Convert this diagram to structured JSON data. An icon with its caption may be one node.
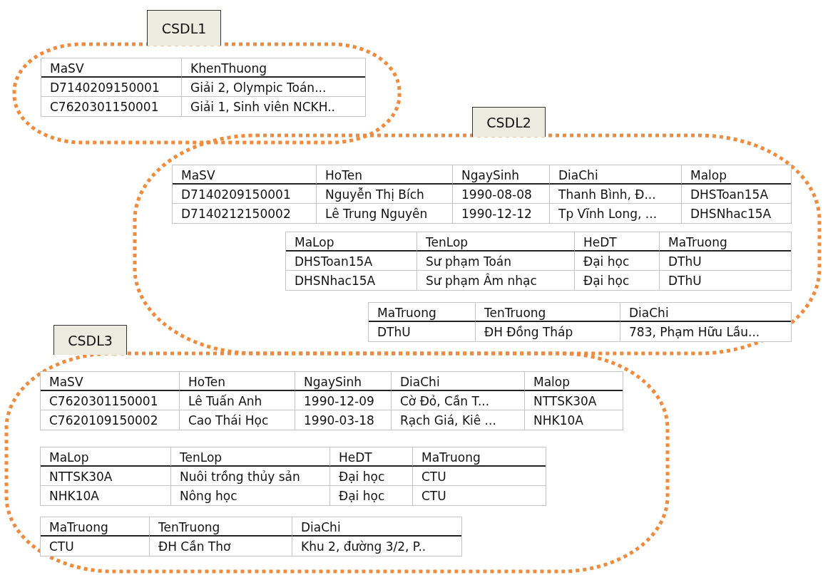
{
  "diagram": {
    "nodes": [
      {
        "text": [
          "CSDL1"
        ]
      },
      {
        "text": [
          "MaSV",
          "KhenThuong",
          "D7140209150001",
          "Giải 2, Olympic Toán...",
          "C7620301150001",
          "Giải 1, Sinh viên NCKH.."
        ],
        "in": 0
      },
      {
        "text": [
          "CSDL2"
        ]
      },
      {
        "text": [
          "MaSV",
          "HoTen",
          "NgaySinh",
          "DiaChi",
          "Malop",
          "D7140209150001",
          "Nguyễn Thị Bích",
          "1990-08-08",
          "Thanh Bình, Đ...",
          "DHSToan15A",
          "D7140212150002",
          "Lê Trung Nguyên",
          "1990-12-12",
          "Tp Vĩnh Long, ...",
          "DHSNhac15A"
        ],
        "in": 2
      },
      {
        "text": [
          "MaLop",
          "TenLop",
          "HeDT",
          "MaTruong",
          "DHSToan15A",
          "Sư phạm Toán",
          "Đại học",
          "DThU",
          "DHSNhac15A",
          "Sư phạm Âm nhạc",
          "Đại học",
          "DThU"
        ],
        "in": 2
      },
      {
        "text": [
          "MaTruong",
          "TenTruong",
          "DiaChi",
          "DThU",
          "ĐH Đồng Tháp",
          "783, Phạm Hữu Lầu..."
        ],
        "in": 2
      },
      {
        "text": [
          "CSDL3"
        ]
      },
      {
        "text": [
          "MaSV",
          "HoTen",
          "NgaySinh",
          "DiaChi",
          "Malop",
          "C7620301150001",
          "Lê Tuấn Anh",
          "1990-12-09",
          "Cờ Đỏ, Cần T...",
          "NTTSK30A",
          "C7620109150002",
          "Cao Thái Học",
          "1990-03-18",
          "Rạch Giá, Kiê ...",
          "NHK10A"
        ],
        "in": 6
      },
      {
        "text": [
          "MaLop",
          "TenLop",
          "HeDT",
          "MaTruong",
          "NTTSK30A",
          "Nuôi trồng thủy sản",
          "Đại học",
          "CTU",
          "NHK10A",
          "Nông học",
          "Đại học",
          "CTU"
        ],
        "in": 6
      },
      {
        "text": [
          "MaTruong",
          "TenTruong",
          "DiaChi",
          "CTU",
          "ĐH Cần Thơ",
          "Khu 2, đường 3/2, P.."
        ],
        "in": 6
      }
    ]
  }
}
